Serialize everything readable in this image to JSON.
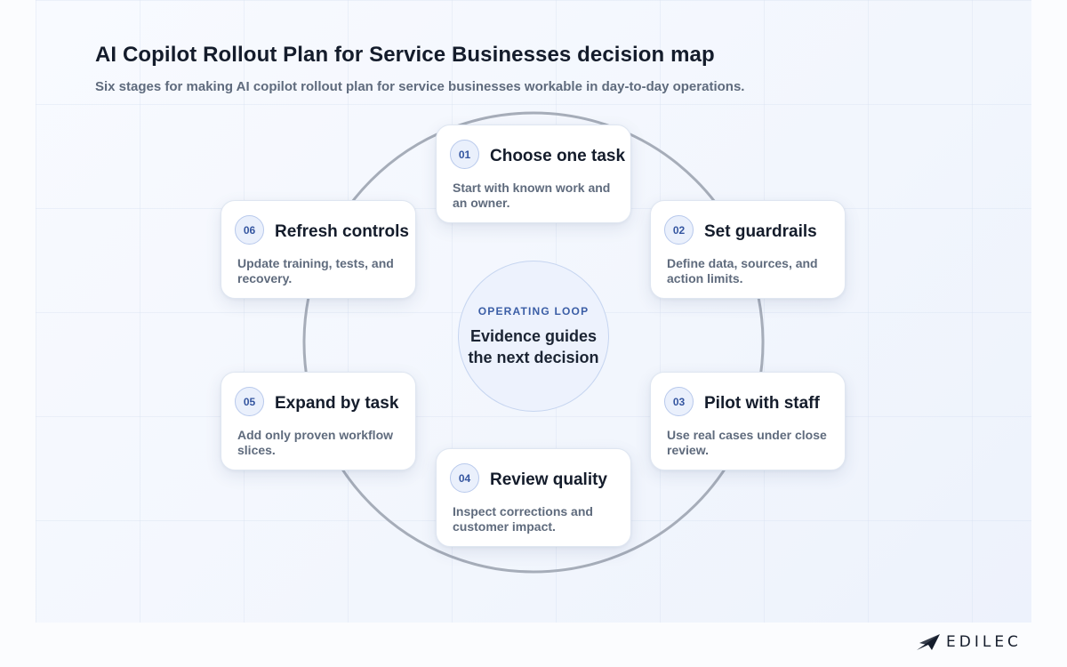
{
  "header": {
    "title": "AI Copilot Rollout Plan for Service Businesses decision map",
    "subtitle": "Six stages for making AI copilot rollout plan for service businesses workable in day-to-day operations."
  },
  "center": {
    "kicker": "OPERATING LOOP",
    "text": "Evidence guides the next decision"
  },
  "stages": [
    {
      "number": "01",
      "title": "Choose one task",
      "description": "Start with known work and an owner."
    },
    {
      "number": "02",
      "title": "Set guardrails",
      "description": "Define data, sources, and action limits."
    },
    {
      "number": "03",
      "title": "Pilot with staff",
      "description": "Use real cases under close review."
    },
    {
      "number": "04",
      "title": "Review quality",
      "description": "Inspect corrections and customer impact."
    },
    {
      "number": "05",
      "title": "Expand by task",
      "description": "Add only proven workflow slices."
    },
    {
      "number": "06",
      "title": "Refresh controls",
      "description": "Update training, tests, and recovery."
    }
  ],
  "brand": {
    "name": "EDILEC",
    "logo_icon": "paper-plane-icon"
  },
  "colors": {
    "accent": "#3556a0",
    "ring": "#a6adb9",
    "text": "#141c2b",
    "muted": "#5f6b7d"
  }
}
